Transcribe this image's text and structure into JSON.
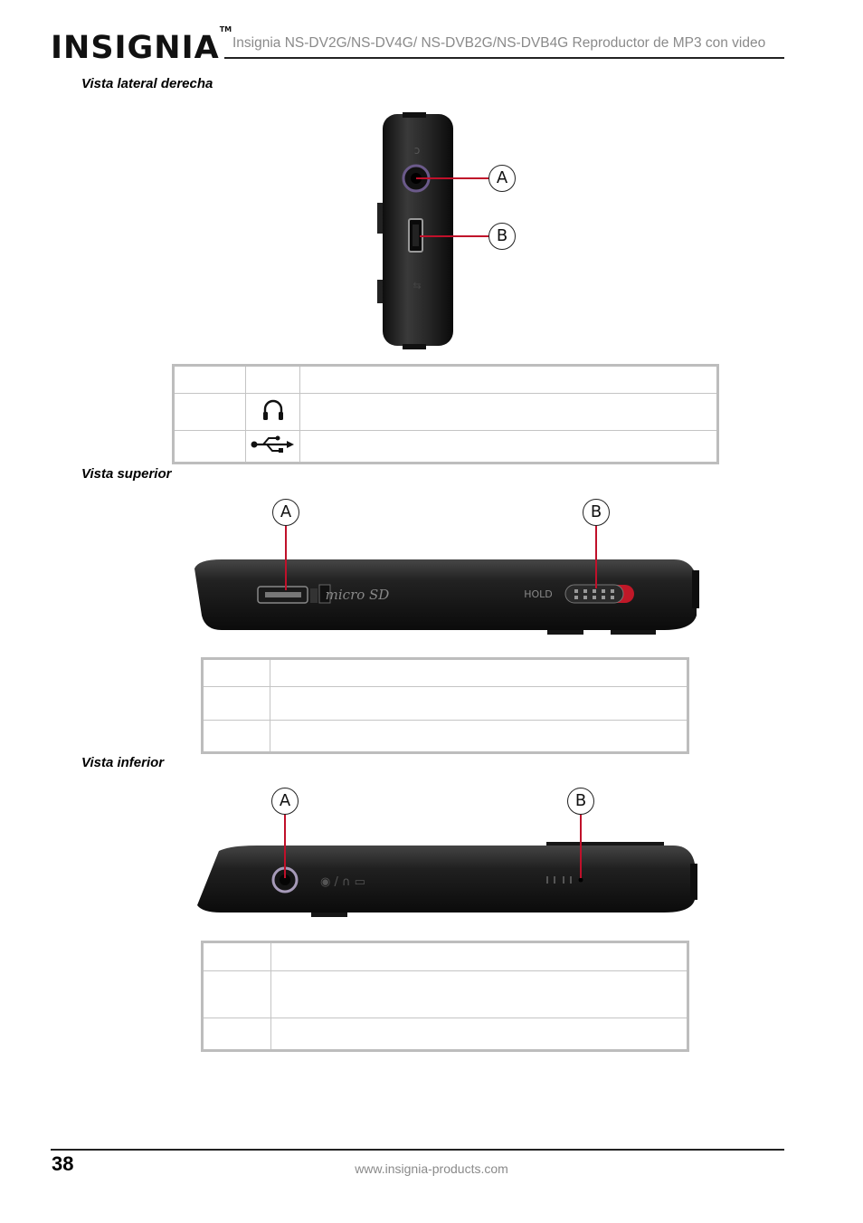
{
  "header": {
    "logo_text": "INSIGNIA",
    "logo_tm": "TM",
    "title": "Insignia NS-DV2G/NS-DV4G/ NS-DVB2G/NS-DVB4G Reproductor de MP3 con video"
  },
  "sections": {
    "right_side": {
      "label": "Vista lateral derecha",
      "callouts": [
        "A",
        "B"
      ],
      "table_icons": [
        "headphones-icon",
        "usb-icon"
      ]
    },
    "top": {
      "label": "Vista superior",
      "callouts": [
        "A",
        "B"
      ],
      "device_markings": [
        "micro SD",
        "HOLD"
      ]
    },
    "bottom": {
      "label": "Vista inferior",
      "callouts": [
        "A",
        "B"
      ]
    }
  },
  "colors": {
    "callout_line": "#c0102a",
    "device_body": "#1c1c1c",
    "table_border": "#bdbdbd"
  },
  "footer": {
    "page_number": "38",
    "url": "www.insignia-products.com"
  }
}
